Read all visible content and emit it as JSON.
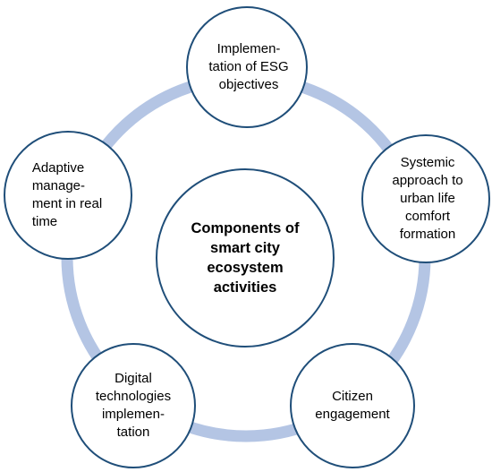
{
  "diagram": {
    "colors": {
      "ring": "#b4c5e4",
      "node_border": "#1f4e79",
      "node_fill": "#ffffff",
      "text": "#000000"
    },
    "center": "Components of\nsmart city\necosystem\nactivities",
    "nodes": {
      "top": "Implemen-\ntation of ESG\nobjectives",
      "right": "Systemic\napproach to\nurban life\ncomfort\nformation",
      "bottom_right": "Citizen\nengagement",
      "bottom_left": "Digital\ntechnologies\nimplemen-\ntation",
      "left": "Adaptive\nmanage-\nment in real\ntime"
    }
  }
}
